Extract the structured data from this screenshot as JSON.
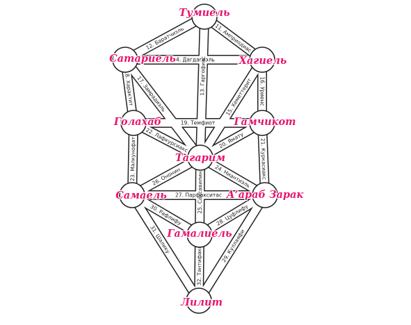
{
  "nodes": [
    {
      "id": "n1",
      "label": "Тумиель"
    },
    {
      "id": "n2",
      "label": "Сатариель"
    },
    {
      "id": "n3",
      "label": "Хагиель"
    },
    {
      "id": "n4",
      "label": "Голахаб"
    },
    {
      "id": "n5",
      "label": "Гамчикот"
    },
    {
      "id": "n6",
      "label": "Тагарим"
    },
    {
      "id": "n7",
      "label": "Самаель"
    },
    {
      "id": "n8",
      "label": "А’араб Зарак"
    },
    {
      "id": "n9",
      "label": "Гамалиель"
    },
    {
      "id": "n10",
      "label": "Лилит"
    }
  ],
  "paths": [
    {
      "from": "n1",
      "to": "n2",
      "label": "12. Баратчиэль"
    },
    {
      "from": "n1",
      "to": "n3",
      "label": "11. Амприодиас"
    },
    {
      "from": "n1",
      "to": "n6",
      "label": "13. Гаргофиас"
    },
    {
      "from": "n2",
      "to": "n3",
      "label": "14. Дагдагиэль"
    },
    {
      "from": "n2",
      "to": "n4",
      "label": "18. Характит"
    },
    {
      "from": "n2",
      "to": "n6",
      "label": "17. Замрадиэль"
    },
    {
      "from": "n3",
      "to": "n5",
      "label": "16. Уриенс"
    },
    {
      "from": "n3",
      "to": "n6",
      "label": "15. Хеметтерит"
    },
    {
      "from": "n4",
      "to": "n5",
      "label": "19. Темфиот"
    },
    {
      "from": "n4",
      "to": "n6",
      "label": "22. Лафкурсиакс"
    },
    {
      "from": "n4",
      "to": "n7",
      "label": "23. Малкунофат"
    },
    {
      "from": "n5",
      "to": "n6",
      "label": "20. Ямату"
    },
    {
      "from": "n5",
      "to": "n8",
      "label": "21. Куркасиакс"
    },
    {
      "from": "n6",
      "to": "n7",
      "label": "26. Ононин"
    },
    {
      "from": "n6",
      "to": "n8",
      "label": "24. Ниантиэль"
    },
    {
      "from": "n6",
      "to": "n9",
      "label": "25. Саксавилин"
    },
    {
      "from": "n7",
      "to": "n8",
      "label": "27. Парфакситас"
    },
    {
      "from": "n7",
      "to": "n9",
      "label": "30. Рафлифу"
    },
    {
      "from": "n7",
      "to": "n10",
      "label": "31. Шалику"
    },
    {
      "from": "n8",
      "to": "n9",
      "label": "28. Цуфлифу"
    },
    {
      "from": "n8",
      "to": "n10",
      "label": "29. Куллаяфи"
    },
    {
      "from": "n9",
      "to": "n10",
      "label": "32. Тантифаксат"
    }
  ]
}
